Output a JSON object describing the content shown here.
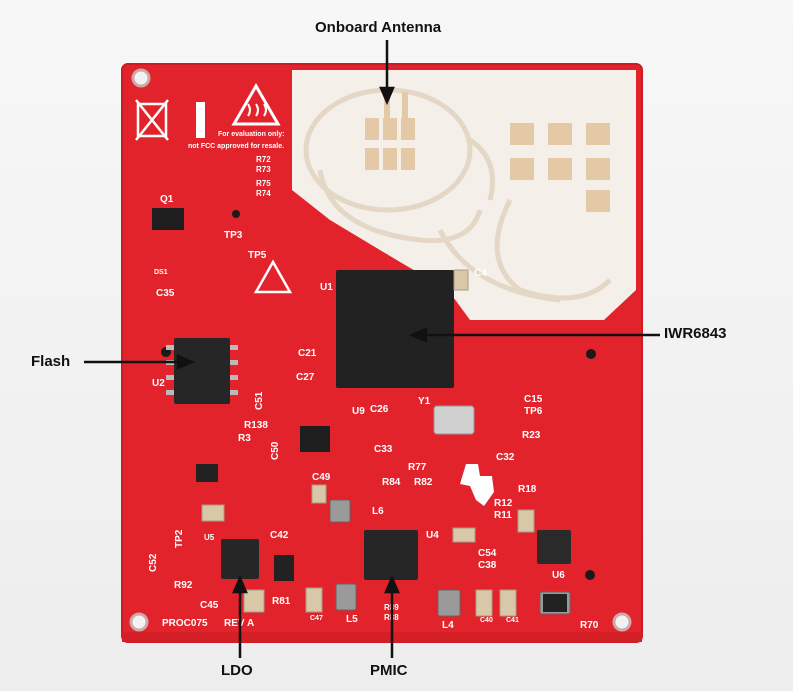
{
  "callouts": {
    "antenna": "Onboard Antenna",
    "radar_chip": "IWR6843",
    "flash": "Flash",
    "ldo": "LDO",
    "pmic": "PMIC"
  },
  "silkscreen": {
    "warning_line1": "For evaluation only:",
    "warning_line2": "not FCC approved for resale.",
    "board_id": "PROC075",
    "revision": "REV A",
    "u1": "U1",
    "u2": "U2",
    "u4": "U4",
    "u5": "U5",
    "u6": "U6",
    "u9": "U9",
    "q1": "Q1",
    "y1": "Y1",
    "c4": "C4",
    "c35": "C35",
    "c21": "C21",
    "c27": "C27",
    "c51": "C51",
    "c26": "C26",
    "c33": "C33",
    "c32": "C32",
    "c15": "C15",
    "c49": "C49",
    "c50": "C50",
    "c52": "C52",
    "c45": "C45",
    "c42": "C42",
    "c54": "C54",
    "c38": "C38",
    "c40": "C40",
    "c41": "C41",
    "c47": "C47",
    "tp3": "TP3",
    "tp5": "TP5",
    "tp6": "TP6",
    "tp2": "TP2",
    "r3": "R3",
    "r138": "R138",
    "r77": "R77",
    "r84": "R84",
    "r82": "R82",
    "r12": "R12",
    "r11": "R11",
    "r18": "R18",
    "r23": "R23",
    "r81": "R81",
    "r92": "R92",
    "r70": "R70",
    "r72": "R72",
    "r73": "R73",
    "r75": "R75",
    "r74": "R74",
    "r89": "R89",
    "r88": "R88",
    "l4": "L4",
    "l5": "L5",
    "l6": "L6",
    "ds1": "DS1"
  },
  "colors": {
    "pcb_red": "#e2232b",
    "pcb_edge": "#c81d24",
    "antenna_substrate": "#f4efe8",
    "copper": "#e4c9a7",
    "chip_black": "#222222",
    "silk_white": "#ffffff"
  }
}
